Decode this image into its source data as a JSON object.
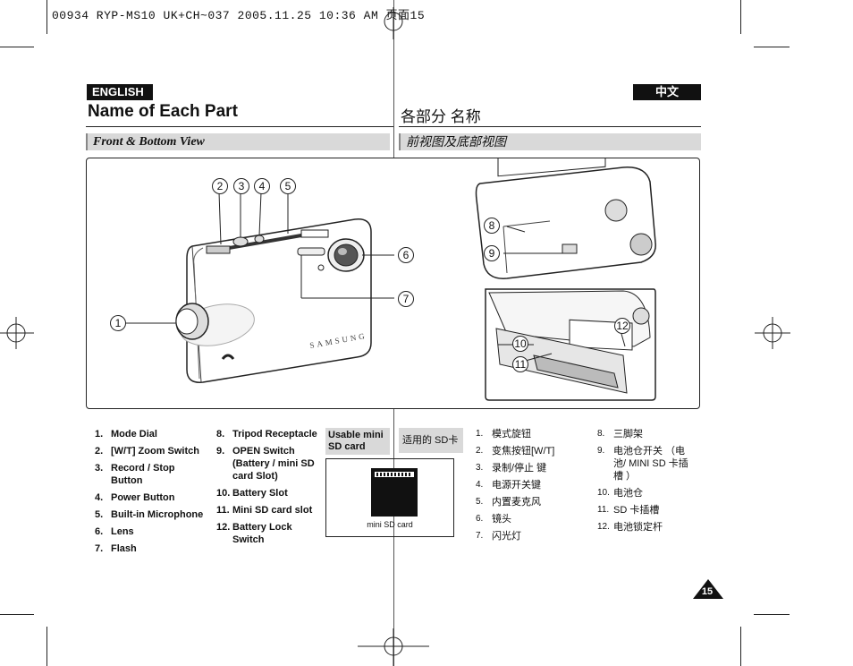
{
  "header": {
    "print_line": "00934 RYP-MS10 UK+CH~037  2005.11.25 10:36 AM  页面15"
  },
  "language": {
    "english_tag": "ENGLISH",
    "chinese_tag": "中文"
  },
  "titles": {
    "english": "Name of Each Part",
    "chinese": "各部分 名称"
  },
  "sections": {
    "english": "Front & Bottom View",
    "chinese": "前视图及底部视图"
  },
  "figure": {
    "callouts": [
      "1",
      "2",
      "3",
      "4",
      "5",
      "6",
      "7",
      "8",
      "9",
      "10",
      "11",
      "12"
    ],
    "brand": "SAMSUNG"
  },
  "parts_en_col1": [
    {
      "num": "1.",
      "label": "Mode Dial"
    },
    {
      "num": "2.",
      "label": "[W/T] Zoom Switch"
    },
    {
      "num": "3.",
      "label": "Record / Stop Button"
    },
    {
      "num": "4.",
      "label": "Power Button"
    },
    {
      "num": "5.",
      "label": "Built-in Microphone"
    },
    {
      "num": "6.",
      "label": "Lens"
    },
    {
      "num": "7.",
      "label": "Flash"
    }
  ],
  "parts_en_col2": [
    {
      "num": "8.",
      "label": "Tripod Receptacle"
    },
    {
      "num": "9.",
      "label": "OPEN Switch (Battery / mini SD card Slot)"
    },
    {
      "num": "10.",
      "label": "Battery Slot"
    },
    {
      "num": "11.",
      "label": "Mini SD card slot"
    },
    {
      "num": "12.",
      "label": "Battery Lock Switch"
    }
  ],
  "sd_card": {
    "usable_label": "Usable mini SD card",
    "chinese_label": "适用的 SD卡",
    "caption": "mini SD card"
  },
  "parts_cn_col1": [
    {
      "num": "1.",
      "label": "模式旋钮"
    },
    {
      "num": "2.",
      "label": "变焦按钮[W/T]"
    },
    {
      "num": "3.",
      "label": "录制/停止 键"
    },
    {
      "num": "4.",
      "label": "电源开关键"
    },
    {
      "num": "5.",
      "label": "内置麦克风"
    },
    {
      "num": "6.",
      "label": "镜头"
    },
    {
      "num": "7.",
      "label": "闪光灯"
    }
  ],
  "parts_cn_col2": [
    {
      "num": "8.",
      "label": "三脚架"
    },
    {
      "num": "9.",
      "label": "电池仓开关 （电池/ MINI SD 卡插槽 ）"
    },
    {
      "num": "10.",
      "label": "电池仓"
    },
    {
      "num": "11.",
      "label": "SD 卡插槽"
    },
    {
      "num": "12.",
      "label": "电池锁定杆"
    }
  ],
  "page": {
    "number": "15"
  }
}
